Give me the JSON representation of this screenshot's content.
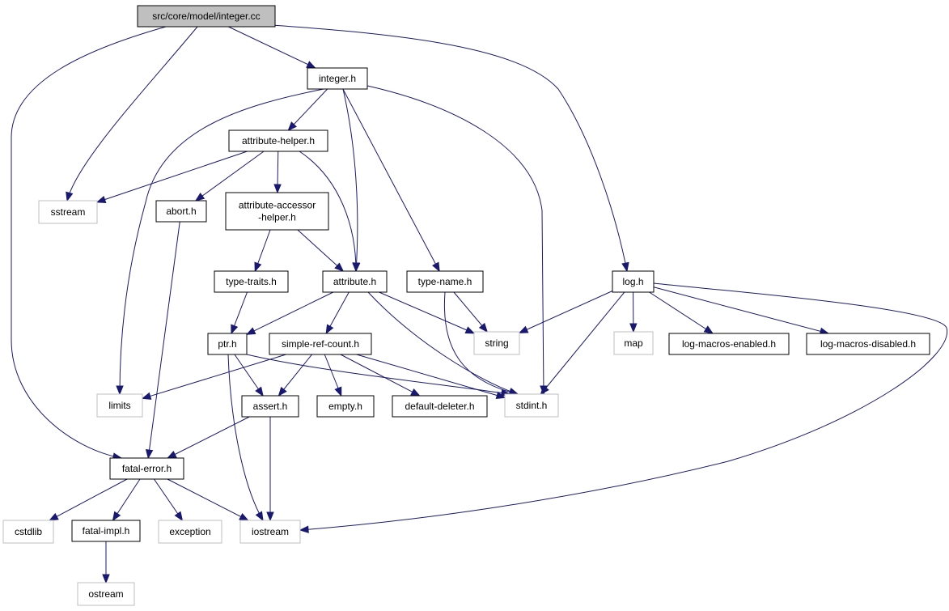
{
  "graph_title": "src/core/model/integer.cc",
  "colors": {
    "edge": "#191970",
    "root_fill": "#bfbfbf",
    "file_border": "#000000",
    "external_border": "#bfbfbf"
  },
  "nodes": [
    {
      "id": "integer_cc",
      "label": "src/core/model/integer.cc",
      "kind": "root"
    },
    {
      "id": "integer_h",
      "label": "integer.h",
      "kind": "file"
    },
    {
      "id": "attribute_helper_h",
      "label": "attribute-helper.h",
      "kind": "file"
    },
    {
      "id": "sstream",
      "label": "sstream",
      "kind": "external"
    },
    {
      "id": "abort_h",
      "label": "abort.h",
      "kind": "file"
    },
    {
      "id": "attribute_accessor_helper_h",
      "label": "attribute-accessor\n-helper.h",
      "kind": "file"
    },
    {
      "id": "type_traits_h",
      "label": "type-traits.h",
      "kind": "file"
    },
    {
      "id": "attribute_h",
      "label": "attribute.h",
      "kind": "file"
    },
    {
      "id": "type_name_h",
      "label": "type-name.h",
      "kind": "file"
    },
    {
      "id": "log_h",
      "label": "log.h",
      "kind": "file"
    },
    {
      "id": "ptr_h",
      "label": "ptr.h",
      "kind": "file"
    },
    {
      "id": "simple_ref_count_h",
      "label": "simple-ref-count.h",
      "kind": "file"
    },
    {
      "id": "string",
      "label": "string",
      "kind": "external"
    },
    {
      "id": "map",
      "label": "map",
      "kind": "external"
    },
    {
      "id": "log_macros_enabled_h",
      "label": "log-macros-enabled.h",
      "kind": "file"
    },
    {
      "id": "log_macros_disabled_h",
      "label": "log-macros-disabled.h",
      "kind": "file"
    },
    {
      "id": "limits",
      "label": "limits",
      "kind": "external"
    },
    {
      "id": "assert_h",
      "label": "assert.h",
      "kind": "file"
    },
    {
      "id": "empty_h",
      "label": "empty.h",
      "kind": "file"
    },
    {
      "id": "default_deleter_h",
      "label": "default-deleter.h",
      "kind": "file"
    },
    {
      "id": "stdint_h",
      "label": "stdint.h",
      "kind": "external"
    },
    {
      "id": "fatal_error_h",
      "label": "fatal-error.h",
      "kind": "file"
    },
    {
      "id": "cstdlib",
      "label": "cstdlib",
      "kind": "external"
    },
    {
      "id": "fatal_impl_h",
      "label": "fatal-impl.h",
      "kind": "file"
    },
    {
      "id": "exception",
      "label": "exception",
      "kind": "external"
    },
    {
      "id": "iostream",
      "label": "iostream",
      "kind": "external"
    },
    {
      "id": "ostream",
      "label": "ostream",
      "kind": "external"
    }
  ],
  "edges": [
    [
      "integer_cc",
      "integer_h"
    ],
    [
      "integer_cc",
      "sstream"
    ],
    [
      "integer_cc",
      "fatal_error_h"
    ],
    [
      "integer_cc",
      "log_h"
    ],
    [
      "integer_h",
      "attribute_helper_h"
    ],
    [
      "integer_h",
      "limits"
    ],
    [
      "integer_h",
      "attribute_h"
    ],
    [
      "integer_h",
      "type_name_h"
    ],
    [
      "integer_h",
      "stdint_h"
    ],
    [
      "attribute_helper_h",
      "sstream"
    ],
    [
      "attribute_helper_h",
      "abort_h"
    ],
    [
      "attribute_helper_h",
      "attribute_accessor_helper_h"
    ],
    [
      "attribute_helper_h",
      "attribute_h"
    ],
    [
      "abort_h",
      "fatal_error_h"
    ],
    [
      "attribute_accessor_helper_h",
      "type_traits_h"
    ],
    [
      "attribute_accessor_helper_h",
      "attribute_h"
    ],
    [
      "type_traits_h",
      "ptr_h"
    ],
    [
      "attribute_h",
      "ptr_h"
    ],
    [
      "attribute_h",
      "simple_ref_count_h"
    ],
    [
      "attribute_h",
      "string"
    ],
    [
      "attribute_h",
      "stdint_h"
    ],
    [
      "type_name_h",
      "string"
    ],
    [
      "type_name_h",
      "stdint_h"
    ],
    [
      "log_h",
      "string"
    ],
    [
      "log_h",
      "map"
    ],
    [
      "log_h",
      "log_macros_enabled_h"
    ],
    [
      "log_h",
      "log_macros_disabled_h"
    ],
    [
      "log_h",
      "stdint_h"
    ],
    [
      "log_h",
      "iostream"
    ],
    [
      "ptr_h",
      "assert_h"
    ],
    [
      "ptr_h",
      "iostream"
    ],
    [
      "ptr_h",
      "stdint_h"
    ],
    [
      "simple_ref_count_h",
      "limits"
    ],
    [
      "simple_ref_count_h",
      "assert_h"
    ],
    [
      "simple_ref_count_h",
      "empty_h"
    ],
    [
      "simple_ref_count_h",
      "default_deleter_h"
    ],
    [
      "simple_ref_count_h",
      "stdint_h"
    ],
    [
      "assert_h",
      "fatal_error_h"
    ],
    [
      "assert_h",
      "iostream"
    ],
    [
      "fatal_error_h",
      "cstdlib"
    ],
    [
      "fatal_error_h",
      "fatal_impl_h"
    ],
    [
      "fatal_error_h",
      "exception"
    ],
    [
      "fatal_error_h",
      "iostream"
    ],
    [
      "fatal_impl_h",
      "ostream"
    ]
  ]
}
